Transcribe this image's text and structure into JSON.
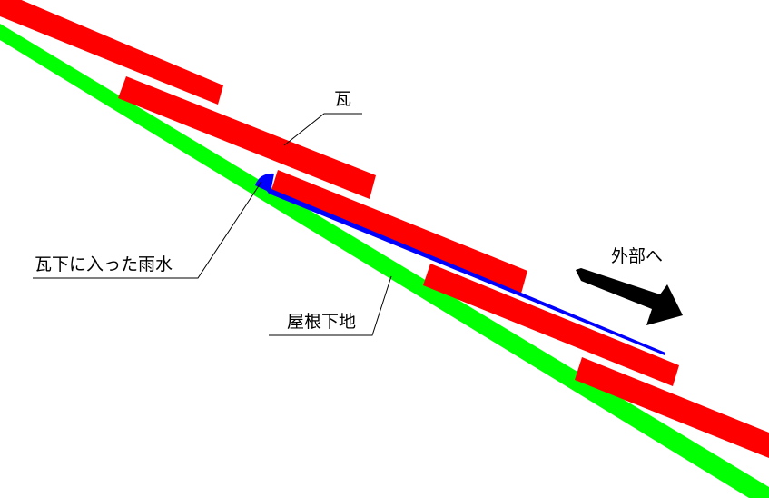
{
  "diagram": {
    "title": "",
    "colors": {
      "tile": "#ff0000",
      "roof_base": "#00ff00",
      "rainwater": "#0000ff",
      "arrow": "#000000",
      "leader": "#000000",
      "background": "#ffffff"
    },
    "labels": {
      "tile": "瓦",
      "rainwater": "瓦下に入った雨水",
      "roof_base": "屋根下地",
      "outside": "外部へ"
    },
    "elements": [
      {
        "id": "roof-base",
        "type": "line",
        "label_ref": "roof_base"
      },
      {
        "id": "tile-1",
        "type": "rect"
      },
      {
        "id": "tile-2",
        "type": "rect",
        "label_ref": "tile"
      },
      {
        "id": "tile-3",
        "type": "rect"
      },
      {
        "id": "tile-4",
        "type": "rect"
      },
      {
        "id": "tile-5",
        "type": "rect"
      },
      {
        "id": "rainwater-path",
        "type": "line",
        "label_ref": "rainwater"
      },
      {
        "id": "outside-arrow",
        "type": "arrow",
        "label_ref": "outside"
      }
    ]
  }
}
